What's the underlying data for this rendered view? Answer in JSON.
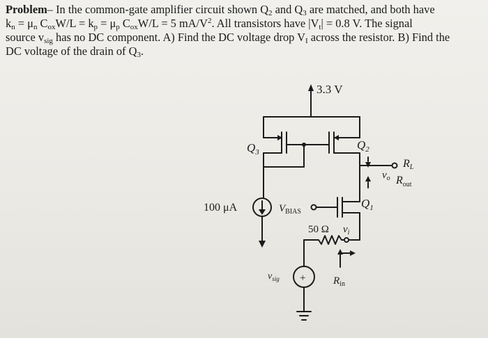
{
  "problem": {
    "label": "Problem",
    "line1": "– In the common-gate amplifier circuit shown Q",
    "line1_sub_a": "2",
    "line1_mid": " and Q",
    "line1_sub_b": "3",
    "line1_end": " are matched, and both have",
    "line2_a": "k",
    "line2_a_sub": "n",
    "line2_b": " = μ",
    "line2_b_sub": "n",
    "line2_c": " C",
    "line2_c_sub": "ox",
    "line2_d": "W/L = k",
    "line2_d_sub": "p",
    "line2_e": " = μ",
    "line2_e_sub": "p",
    "line2_f": " C",
    "line2_f_sub": "ox",
    "line2_g": "W/L = 5 mA/V",
    "line2_g_sup": "2",
    "line2_h": ". All transistors have |V",
    "line2_h_sub": "t",
    "line2_i": "| = 0.8 V. The signal",
    "line3_a": "source v",
    "line3_a_sub": "sig",
    "line3_b": " has no DC component. A) Find the DC voltage drop V",
    "line3_b_sub": "I",
    "line3_c": " across the resistor. B) Find the",
    "line4_a": "DC voltage of the drain of Q",
    "line4_a_sub": "3",
    "line4_b": "."
  },
  "circuit": {
    "supply": "3.3 V",
    "q3": "Q",
    "q3_sub": "3",
    "q2": "Q",
    "q2_sub": "2",
    "q1": "Q",
    "q1_sub": "1",
    "current_source": "100 μA",
    "vbias": "V",
    "vbias_sub": "BIAS",
    "resistor": "50 Ω",
    "vi": "v",
    "vi_sub": "i",
    "vo": "v",
    "vo_sub": "o",
    "rl": "R",
    "rl_sub": "L",
    "rout": "R",
    "rout_sub": "out",
    "vsig": "v",
    "vsig_sub": "sig",
    "rin": "R",
    "rin_sub": "in",
    "plus": "+"
  }
}
